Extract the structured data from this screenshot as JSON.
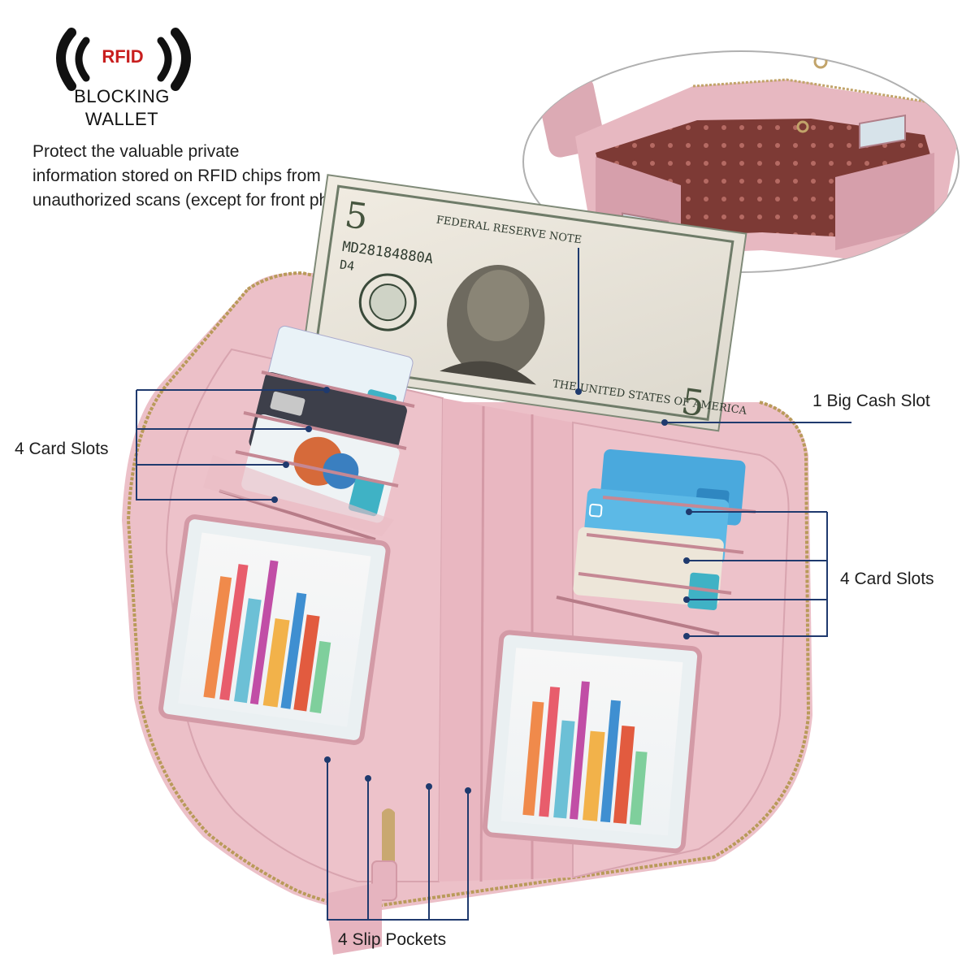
{
  "badge": {
    "rfid": "RFID",
    "line1": "BLOCKING",
    "line2": "WALLET",
    "icon": "rfid-signal-icon"
  },
  "description": {
    "line1": "Protect the valuable private",
    "line2": "information stored on RFID chips from",
    "line3": "unauthorized scans (except for front phone pocket)"
  },
  "callouts": {
    "left_card_slots": "4 Card Slots",
    "right_card_slots": "4 Card Slots",
    "cash_slot": "1 Big Cash Slot",
    "slip_pockets": "4 Slip Pockets"
  },
  "banknote": {
    "serial": "MD28184880A",
    "plate": "D4",
    "header": "FEDERAL RESERVE NOTE",
    "country": "THE UNITED STATES OF AMERICA",
    "denomination": "5"
  },
  "colors": {
    "wallet_pink": "#e8b9c2",
    "wallet_pink_dark": "#d39aa6",
    "leader_line": "#1f3a6e",
    "rfid_red": "#c81e1e",
    "zipper_gold": "#b99a5a"
  }
}
